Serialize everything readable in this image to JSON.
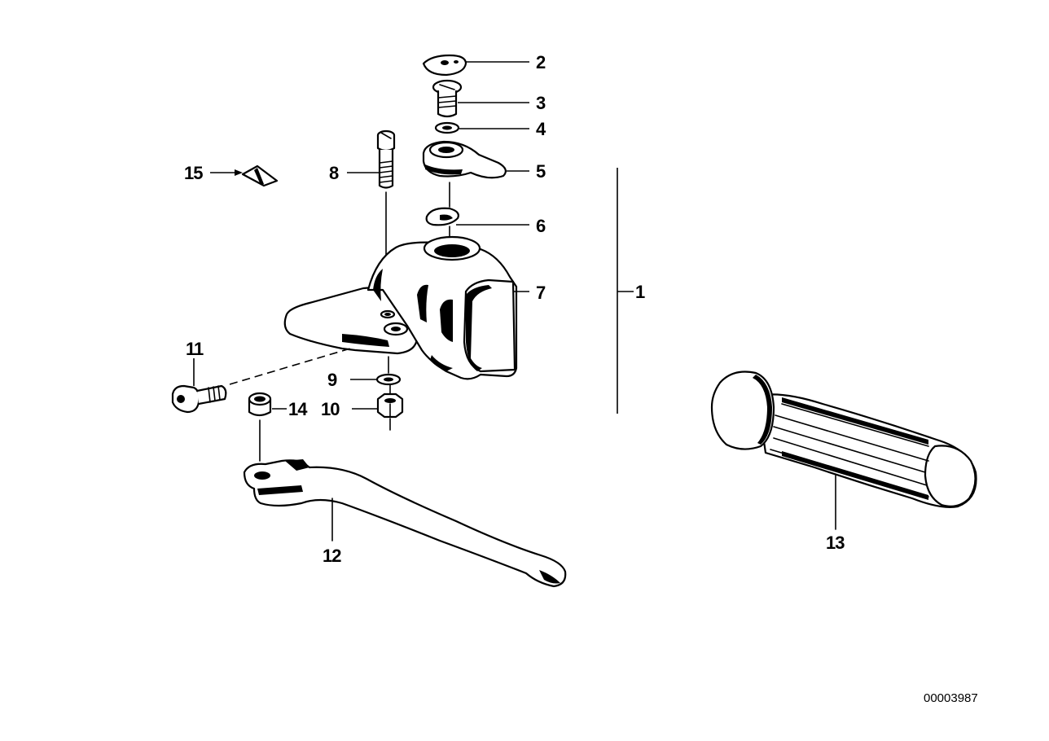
{
  "callouts": {
    "c1": "1",
    "c2": "2",
    "c3": "3",
    "c4": "4",
    "c5": "5",
    "c6": "6",
    "c7": "7",
    "c8": "8",
    "c9": "9",
    "c10": "10",
    "c11": "11",
    "c12": "12",
    "c13": "13",
    "c14": "14",
    "c15": "15"
  },
  "document_number": "00003987",
  "colors": {
    "line": "#000000",
    "background": "#ffffff"
  }
}
